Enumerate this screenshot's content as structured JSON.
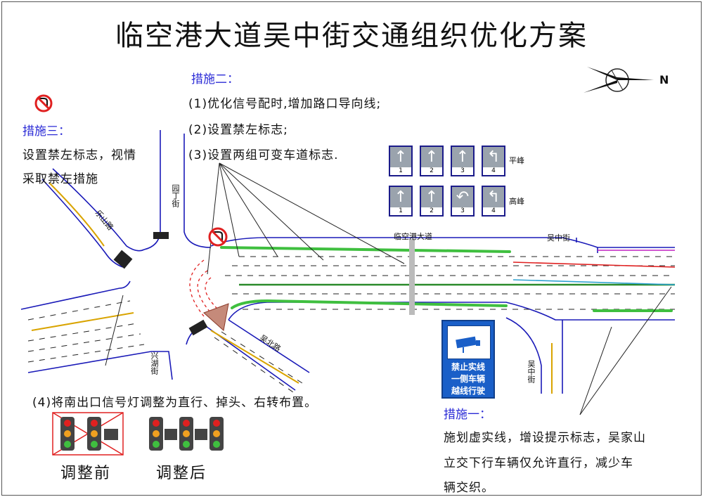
{
  "title": "临空港大道吴中街交通组织优化方案",
  "measure2": {
    "heading": "措施二：",
    "items": [
      "(1)优化信号配时,增加路口导向线;",
      "(2)设置禁左标志;",
      "(3)设置两组可变车道标志."
    ]
  },
  "measure3": {
    "heading": "措施三：",
    "lines": [
      "设置禁左标志，视情",
      "采取禁左措施"
    ]
  },
  "measure4": {
    "text": "(4)将南出口信号灯调整为直行、掉头、右转布置。",
    "before_label": "调整前",
    "after_label": "调整后"
  },
  "measure1": {
    "heading": "措施一：",
    "lines": [
      "施划虚实线，增设提示标志，吴家山",
      "立交下行车辆仅允许直行，减少车",
      "辆交织。"
    ]
  },
  "lane_signs": {
    "peak_label": "平峰",
    "rush_label": "高峰",
    "peak": [
      {
        "num": "1",
        "icon": "↑"
      },
      {
        "num": "2",
        "icon": "↑"
      },
      {
        "num": "3",
        "icon": "↑"
      },
      {
        "num": "4",
        "icon": "↰"
      }
    ],
    "rush": [
      {
        "num": "1",
        "icon": "↑"
      },
      {
        "num": "2",
        "icon": "↑"
      },
      {
        "num": "3",
        "icon": "↶"
      },
      {
        "num": "4",
        "icon": "↰"
      }
    ]
  },
  "street_labels": {
    "linkonggang": "临空港大道",
    "wuzhong_top": "吴中街",
    "wuzhong_right": "吴中街",
    "wubei": "吴北路",
    "xinghu": "兴湖街",
    "yuanding": "园丁街",
    "lexin": "乐山路"
  },
  "warning_sign": {
    "lines": [
      "禁止实线",
      "一侧车辆",
      "越线行驶"
    ]
  },
  "compass": {
    "north": "N"
  },
  "colors": {
    "accent_blue": "#2b2bd6",
    "road_edge": "#1a1ab8",
    "lane_green": "#3fbf3f",
    "yellow_line": "#d9a400",
    "red": "#e02020"
  }
}
